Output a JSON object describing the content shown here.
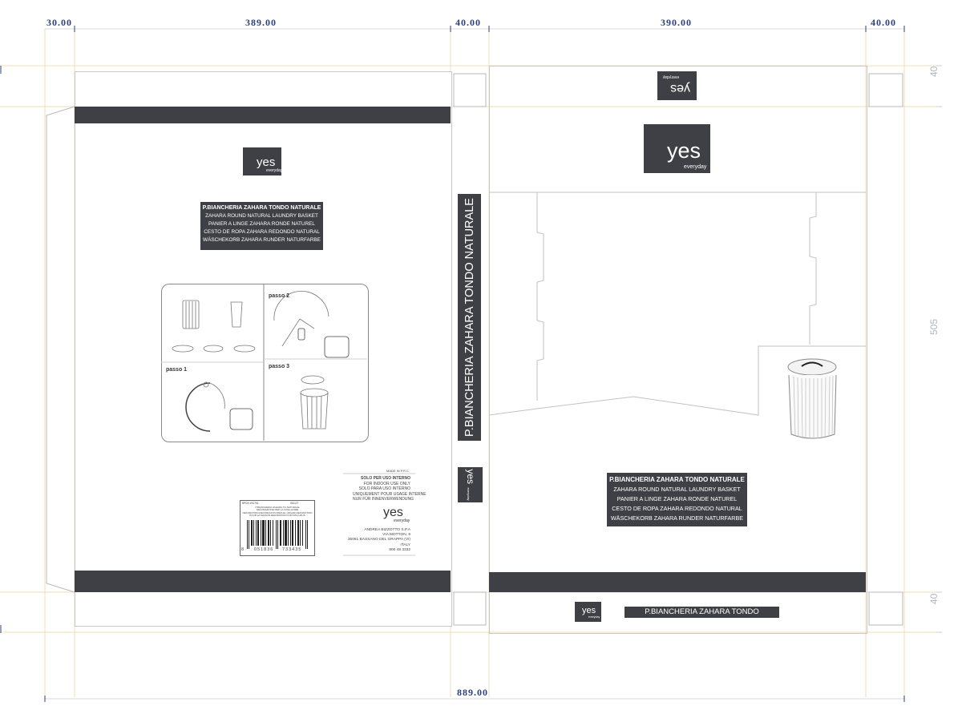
{
  "dimensions": {
    "top": [
      "30.00",
      "389.00",
      "40.00",
      "390.00",
      "40.00"
    ],
    "bottom": "889.00",
    "side": [
      "40",
      "505",
      "40"
    ]
  },
  "brand": {
    "logo": "yes",
    "tagline": "everyday"
  },
  "product": {
    "title_lines": [
      "P.BIANCHERIA ZAHARA TONDO NATURALE",
      "ZAHARA ROUND NATURAL LAUNDRY BASKET",
      "PANIER A LINGE ZAHARA RONDE NATUREL",
      "CESTO DE ROPA ZAHARA REDONDO NATURAL",
      "WÄSCHEKORB ZAHARA RUNDER NATURFARBE"
    ],
    "spine_title": "P.BIANCHERIA ZAHARA TONDO NATURALE",
    "bottom_flap_title": "P.BIANCHERIA ZAHARA TONDO NATURALE"
  },
  "instructions": {
    "steps": [
      "passo 1",
      "passo 2",
      "passo 3"
    ]
  },
  "label": {
    "made_in": "MADE IN P.R.C.",
    "usage_lines": [
      "SOLO PER USO INTERNO",
      "FOR INDOOR USE ONLY",
      "SOLO PARA USO INTERNO",
      "UNIQUEMENT POUR USAGE INTERNE",
      "NUR FÜR INNENVERWENDUNG"
    ],
    "company_lines": [
      "ANDREA BIZZOTTO S.P.A",
      "VIA MOTTON, 9",
      "36061 BASSANO DEL GRAPPA (VI)",
      "ITALY",
      "800 48 3332"
    ],
    "barcode_header": [
      "BPCN #XJ761",
      "061127"
    ],
    "barcode_desc": [
      "P.BIANCHERIA ZAHARA TO NATURALE",
      "DECORAZIONE PER LA CASA-HOME",
      "DECORATION-DECORACION PARA EL HOGAR-DECORATION",
      "POUR LA MAISON-DEKORATION FÜR DAS HAUS"
    ],
    "barcode_digits": [
      "8",
      "051836",
      "733435"
    ]
  },
  "colors": {
    "dark": "#3f4045",
    "dimension_blue": "#2b3f80",
    "dimension_grey": "#aeb6c4",
    "guide": "#f0d9b0",
    "line": "#b9b9b9"
  }
}
